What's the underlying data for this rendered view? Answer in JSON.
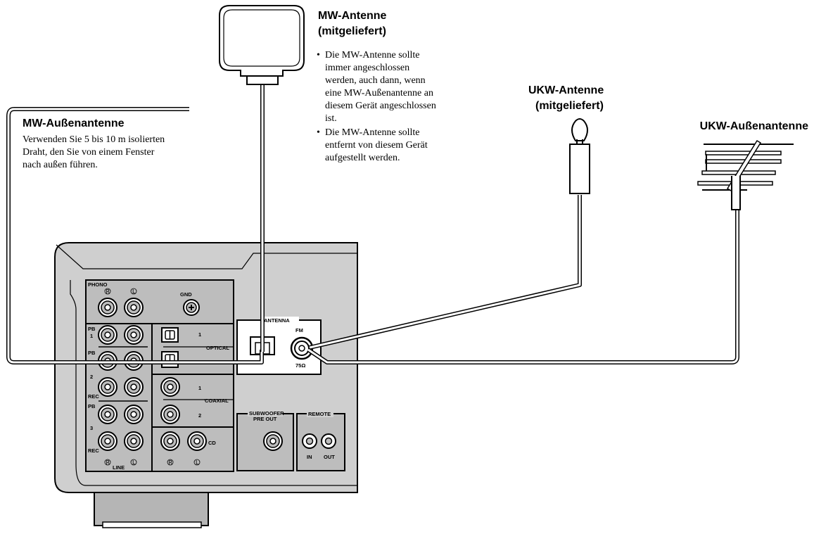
{
  "mw_antenna": {
    "title_line1": "MW-Antenne",
    "title_line2": "(mitgeliefert)",
    "bullets": [
      [
        "•",
        "Die MW-Antenne sollte",
        "immer angeschlossen",
        "werden, auch dann, wenn",
        "eine MW-Außenantenne an",
        "diesem Gerät angeschlossen",
        "ist."
      ],
      [
        "•",
        "Die MW-Antenne sollte",
        "entfernt von diesem Gerät",
        "aufgestellt werden."
      ]
    ]
  },
  "mw_outdoor": {
    "title": "MW-Außenantenne",
    "text": [
      "Verwenden Sie 5 bis 10 m isolierten",
      "Draht, den Sie von einem Fenster",
      "nach außen führen."
    ]
  },
  "fm_antenna": {
    "title_line1": "UKW-Antenne",
    "title_line2": "(mitgeliefert)"
  },
  "fm_outdoor": {
    "title": "UKW-Außenantenne"
  },
  "panel": {
    "phono": "PHONO",
    "gnd": "GND",
    "pb": "PB",
    "rec": "REC",
    "n1": "1",
    "n2": "2",
    "n3": "3",
    "line": "LINE",
    "optical": "OPTICAL",
    "coaxial": "COAXIAL",
    "cd": "CD",
    "antenna": "ANTENNA",
    "fm": "FM",
    "ohm": "75Ω",
    "subwoofer": "SUBWOOFER",
    "pre_out": "PRE OUT",
    "remote": "REMOTE",
    "in": "IN",
    "out": "OUT",
    "r": "R",
    "l": "L"
  }
}
